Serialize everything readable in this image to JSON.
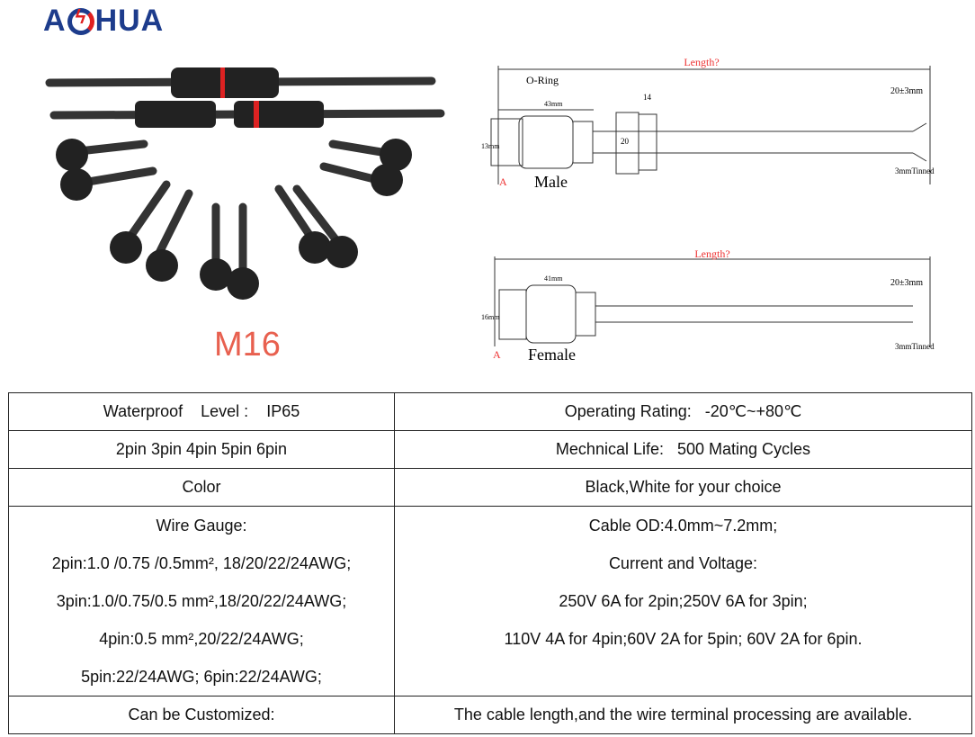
{
  "brand": {
    "logo_text": "AOHUA"
  },
  "photo": {
    "model_label": "M16"
  },
  "diagram": {
    "male": {
      "length": "Length?",
      "oring": "O-Ring",
      "body": "43mm",
      "nut": "14",
      "nut_dia": "20",
      "dia": "13mm",
      "strip": "20±3mm",
      "tinned": "3mmTinned",
      "marker": "A",
      "label": "Male"
    },
    "female": {
      "length": "Length?",
      "body": "41mm",
      "dia": "16mm",
      "strip": "20±3mm",
      "tinned": "3mmTinned",
      "marker": "A",
      "label": "Female"
    }
  },
  "specs": {
    "waterproof": "Waterproof    Level :    IP65",
    "operating": "Operating Rating:   -20℃~+80℃",
    "pins": "2pin 3pin 4pin 5pin 6pin",
    "life": "Mechnical Life:   500 Mating Cycles",
    "color_label": "Color",
    "color_value": "Black,White for your choice",
    "wire_gauge": [
      "Wire Gauge:",
      "2pin:1.0 /0.75 /0.5mm², 18/20/22/24AWG;",
      "3pin:1.0/0.75/0.5 mm²,18/20/22/24AWG;",
      "4pin:0.5 mm²,20/22/24AWG;",
      "5pin:22/24AWG; 6pin:22/24AWG;"
    ],
    "cable": [
      "Cable OD:4.0mm~7.2mm;",
      "Current and Voltage:",
      "250V 6A for 2pin;250V 6A for 3pin;",
      "110V 4A for 4pin;60V 2A for 5pin; 60V 2A for 6pin."
    ],
    "custom_label": "Can be Customized:",
    "custom_value": "The cable length,and the wire terminal processing are available."
  }
}
